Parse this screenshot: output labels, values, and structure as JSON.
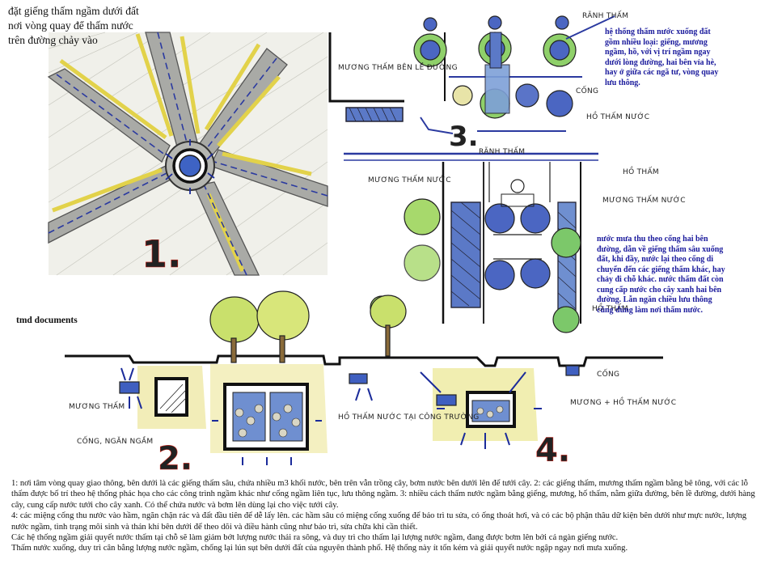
{
  "header_note": "đặt giếng thấm ngầm dưới đất nơi vòng quay để thấm nước trên đường chảy vào",
  "credit": "tmd documents",
  "note_top": "hệ thống thấm nước xuống đất gồm nhiều loại: giếng, mương ngầm, hồ, với vị trí ngầm ngay dưới lòng đường, hai bên vỉa hè, hay ở giữa các ngã tư, vòng quay lưu thông.",
  "note_right": "nước mưa thu theo cống hai bên đường, dẫn về giếng thấm sâu xuống đất, khi đầy, nước lại theo cống di chuyển đến các giếng thấm khác, hay chảy đi chỗ khác. nước thấm đất còn cung cấp nước cho cây xanh hai bên đường. Lẫn ngăn chiều lưu thông cũng dùng làm nơi thấm nước.",
  "sketch_labels": {
    "num1": "1.",
    "num2": "2.",
    "num3": "3.",
    "num4": "4.",
    "ranh_tham_top": "RÃNH THẤM",
    "muong_tham_ben": "MƯƠNG THẤM BÊN LỀ ĐƯỜNG",
    "cong_top": "CỐNG",
    "ho_tham_nuoc_top": "HỒ THẤM NƯỚC",
    "ranh_tham_mid": "RÃNH THẤM",
    "muong_tham_nuoc_left": "MƯƠNG THẤM NƯỚC",
    "ho_tham_right": "HỒ THẤM",
    "muong_tham_right": "MƯƠNG THẤM NƯỚC",
    "ho_tham_lower": "HỒ THẤM",
    "muong_tham_s2": "MƯƠNG THẤM",
    "cong_ngan_ngam": "CỐNG, NGĂN NGẦM",
    "ho_tham_cong_truong": "HỒ THẤM NƯỚC TẠI CÔNG TRƯỜNG",
    "cong_s4": "CỐNG",
    "muong_ho_tham": "MƯƠNG + HỒ THẤM NƯỚC"
  },
  "bottom_text": [
    "1: nơi tâm vòng quay giao thông, bên dưới là các giếng thấm sâu, chứa nhiều m3 khối nước, bên trên vẫn trồng cây, bơm nước bên dưới lên để tưới cây.  2: các giếng thấm, mương thấm ngầm bằng bê tông, với các lỗ thấm được bố trí theo hệ thống phác họa cho các công trình ngầm khác như cống ngầm liên tục, lưu thông ngầm.  3: nhiều cách thấm nước ngầm bằng giếng, mương, hố thấm, nằm giữa đường, bên lề đường, dưới hàng cây, cung cấp nước tưới cho cây xanh. Có thể chứa nước và bơm lên dùng lại cho việc tưới cây.",
    "4: các miệng cống thu nước vào hầm, ngăn chặn rác và đất đầu tiên để dễ lấy lên. các hầm sâu có miệng cống xuống để bảo trì tu sửa, có ống thoát hơi, và có các bộ phận thâu dữ kiện bên dưới như mực nước, lượng nước ngầm, tình trạng môi sinh và thán khí bên dưới để theo dõi và điều hành cũng như bảo trì, sửa chữa khi cần thiết.",
    "Các hệ thống ngầm giải quyết nước thấm tại chỗ sẽ làm giảm bớt lượng nước thải ra sông, và duy trì cho thấm lại lượng nước ngầm, đang được bơm lên bởi cả ngàn giếng nước.",
    "Thấm nước xuống, duy trì cân bằng lượng nước ngầm, chống lại lún sụt bên dưới đất của nguyên thành phố. Hệ thống này ít tốn kém và giải quyết nước ngập ngay nơi mưa xuống."
  ]
}
